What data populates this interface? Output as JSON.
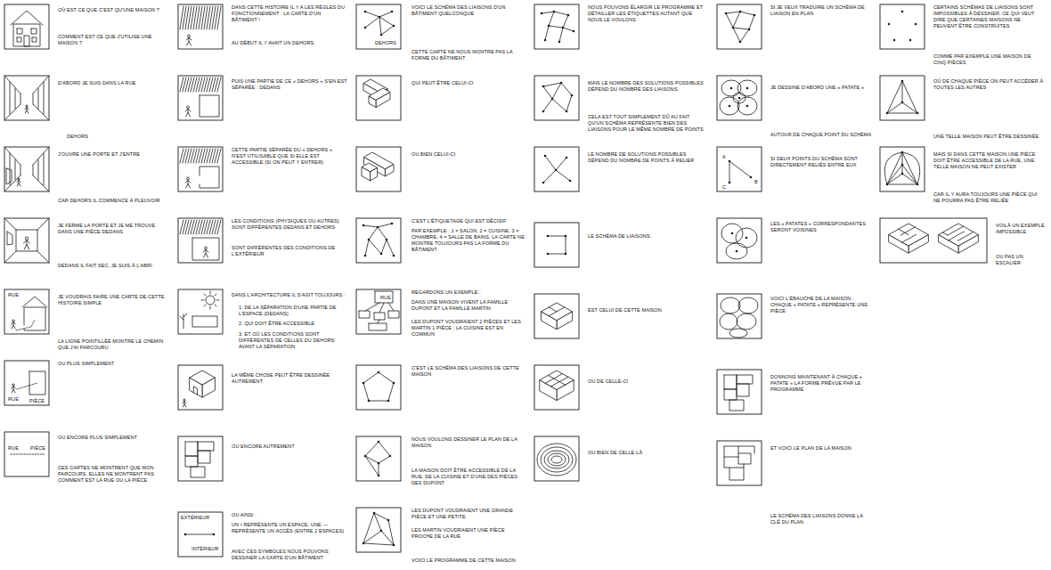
{
  "diagram": {
    "labels": [
      "OÙ EST CE QUE C'EST QU'UNE MAISON ?",
      "COMMENT EST CE QUE J'UTILISE UNE MAISON ?",
      "D'ABORD JE SUIS DANS LA RUE",
      "DEHORS",
      "J'OUVRE UNE PORTE ET J'ENTRE",
      "CAR DEHORS IL COMMENCE À PLEUVOIR",
      "JE FERME LA PORTE ET JE ME TROUVE DANS UNE PIÈCE DEDANS",
      "DEDANS IL FAIT SEC, JE SUIS À L'ABRI",
      "JE VOUDRAIS FAIRE UNE CARTE DE CETTE HISTOIRE SIMPLE",
      "LA LIGNE POINTILLÉE MONTRE LE CHEMIN QUE J'AI PARCOURU",
      "OU PLUS SIMPLEMENT",
      "OU ENCORE PLUS SIMPLEMENT",
      "CES CARTES NE MONTRENT QUE MON PARCOURS, ELLES NE MONTRENT PAS COMMENT EST LA RUE OU LA PIÈCE",
      "RUE",
      "RUE",
      "PIÈCE",
      "RUE",
      "PIÈCE",
      "DANS CETTE HISTOIRE IL Y A LES RÈGLES DU FONCTIONNEMENT : LA CARTE D'UN BÂTIMENT !",
      "AU DÉBUT IL Y AVAIT UN DEHORS",
      "PUIS UNE PARTIE DE CE « DEHORS » S'EN EST SÉPARÉE : DEDANS",
      "CETTE PARTIE SÉPARÉE DU « DEHORS » N'EST UTILISABLE QUE SI ELLE EST ACCESSIBLE (SI ON PEUT Y ENTRER)",
      "LES CONDITIONS (PHYSIQUES OU AUTRES) SONT DIFFÉRENTES DEDANS ET DEHORS",
      "SONT DIFFÉRENTES DES CONDITIONS DE L'EXTÉRIEUR",
      "DANS L'ARCHITECTURE IL S'AGIT TOUJOURS :",
      "1. DE LA SÉPARATION D'UNE PARTIE DE L'ESPACE (DEDANS)",
      "2. QUI DOIT ÊTRE ACCESSIBLE",
      "3. ET OÙ LES CONDITIONS SONT DIFFÉRENTES DE CELLES DU DEHORS AVANT LA SÉPARATION",
      "LA MÊME CHOSE PEUT ÊTRE DESSINÉE AUTREMENT",
      "OU ENCORE AUTREMENT",
      "OU AINSI :",
      "UN • REPRÉSENTE UN ESPACE, UNE — REPRÉSENTE UN ACCÈS (ENTRE 2 ESPACES)",
      "AVEC CES SYMBOLES NOUS POUVONS DESSINER LA CARTE D'UN BÂTIMENT",
      "EXTÉRIEUR",
      "INTÉRIEUR",
      "VOICI LE SCHÉMA DES LIAISONS D'UN BÂTIMENT QUELCONQUE",
      "CETTE CARTE NE NOUS MONTRE PAS LA FORME DU BÂTIMENT",
      "DEHORS",
      "QUI PEUT ÊTRE CELUI-CI",
      "OU BIEN CELUI-CI",
      "C'EST L'ÉTIQUETAGE QUI EST DÉCISIF",
      "PAR EXEMPLE : 1 = SALON, 2 = CUISINE, 3 = CHAMBRE, 4 = SALLE DE BAINS. LA CARTE NE MONTRE TOUJOURS PAS LA FORME DU BÂTIMENT",
      "REGARDONS UN EXEMPLE :",
      "DANS UNE MAISON VIVENT LA FAMILLE DUPONT ET LA FAMILLE MARTIN",
      "LES DUPONT VOUDRAIENT 2 PIÈCES ET LES MARTIN 1 PIÈCE ; LA CUISINE EST EN COMMUN",
      "RUE",
      "C'EST LE SCHÉMA DES LIAISONS DE CETTE MAISON",
      "NOUS VOULONS DESSINER LE PLAN DE LA MAISON",
      "LA MAISON DOIT ÊTRE ACCESSIBLE DE LA RUE, DE LA CUISINE ET D'UNE DES PIÈCES DES DUPONT",
      "LES DUPONT VOUDRAIENT UNE GRANDE PIÈCE ET UNE PETITE",
      "LES MARTIN VOUDRAIENT UNE PIÈCE PROCHE DE LA RUE",
      "VOICI LE PROGRAMME DE CETTE MAISON",
      "NOUS POUVONS ÉLARGIR LE PROGRAMME ET DÉTAILLER LES ÉTIQUETTES AUTANT QUE NOUS LE VOULONS",
      "MAIS LE NOMBRE DES SOLUTIONS POSSIBLES DÉPEND DU NOMBRE DES LIAISONS",
      "CELA EST TOUT SIMPLEMENT DÛ AU FAIT QU'UN SCHÉMA REPRÉSENTE BIEN DES LIAISONS POUR LE MÊME NOMBRE DE POINTS",
      "LE NOMBRE DE SOLUTIONS POSSIBLES DÉPEND DU NOMBRE DE POINTS À RELIER",
      "LE SCHÉMA DE LIAISONS",
      "EST CELUI DE CETTE MAISON",
      "OU DE CELLE-CI",
      "OU BIEN DE CELLE-LÀ",
      "SI JE VEUX TRADUIRE UN SCHÉMA DE LIAISON EN PLAN",
      "JE DESSINE D'ABORD UNE « PATATE »",
      "AUTOUR DE CHAQUE POINT DU SCHÉMA",
      "SI DEUX POINTS DU SCHÉMA SONT DIRECTEMENT RELIÉS ENTRE EUX",
      "LES « PATATES » CORRESPONDANTES SERONT VOISINES",
      "A",
      "B",
      "C",
      "VOICI L'ÉBAUCHE DE LA MAISON : CHAQUE « PATATE » REPRÉSENTE UNE PIÈCE",
      "DONNONS MAINTENANT À CHAQUE « PATATE » LA FORME PRÉVUE PAR LE PROGRAMME",
      "ET VOICI LE PLAN DE LA MAISON",
      "LE SCHÉMA DES LIAISONS DONNE LA CLÉ DU PLAN",
      "CERTAINS SCHÉMAS DE LIAISONS SONT IMPOSSIBLES À DESSINER, CE QUI VEUT DIRE QUE CERTAINES MAISONS NE PEUVENT ÊTRE CONSTRUITES",
      "COMME PAR EXEMPLE UNE MAISON DE CINQ PIÈCES",
      "OÙ DE CHAQUE PIÈCE ON PEUT ACCÉDER À TOUTES LES AUTRES",
      "UNE TELLE MAISON PEUT ÊTRE DESSINÉE",
      "MAIS SI DANS CETTE MAISON UNE PIÈCE DOIT ÊTRE ACCESSIBLE DE LA RUE, UNE TELLE MAISON NE PEUT EXISTER",
      "CAR IL Y AURA TOUJOURS UNE PIÈCE QUI NE POURRA PAS ÊTRE RELIÉE",
      "VOILÀ UN EXEMPLE IMPOSSIBLE",
      "OU PAS UN ESCALIER"
    ]
  }
}
